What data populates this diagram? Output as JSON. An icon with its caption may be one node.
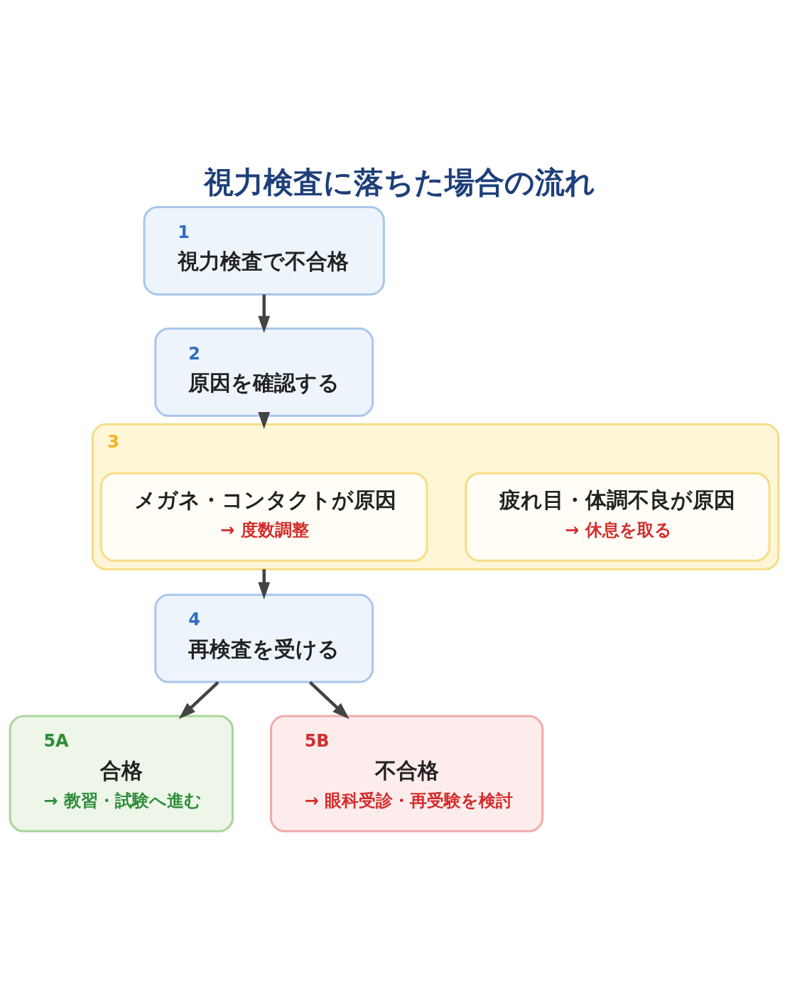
{
  "diagram": {
    "title": "視力検査に落ちた場合の流れ",
    "nodes": [
      {
        "text": [
          "1",
          "視力検査で不合格"
        ]
      },
      {
        "text": [
          "2",
          "原因を確認する"
        ]
      },
      {
        "text": [
          "3"
        ]
      },
      {
        "text": [
          "メガネ・コンタクトが原因",
          "→ 度数調整"
        ],
        "in": 2
      },
      {
        "text": [
          "疲れ目・体調不良が原因",
          "→ 休息を取る"
        ],
        "in": 2
      },
      {
        "text": [
          "4",
          "再検査を受ける"
        ]
      },
      {
        "text": [
          "5A",
          "合格",
          "→ 教習・試験へ進む"
        ]
      },
      {
        "text": [
          "5B",
          "不合格",
          "→ 眼科受診・再受験を検討"
        ]
      }
    ],
    "edges": [
      {
        "from": 0,
        "to": 1,
        "arrow": "to"
      },
      {
        "from": 1,
        "to": 2,
        "arrow": "to"
      },
      {
        "from": 2,
        "to": 5,
        "arrow": "to"
      },
      {
        "from": 5,
        "to": 6,
        "arrow": "to"
      },
      {
        "from": 5,
        "to": 7,
        "arrow": "to"
      }
    ]
  }
}
